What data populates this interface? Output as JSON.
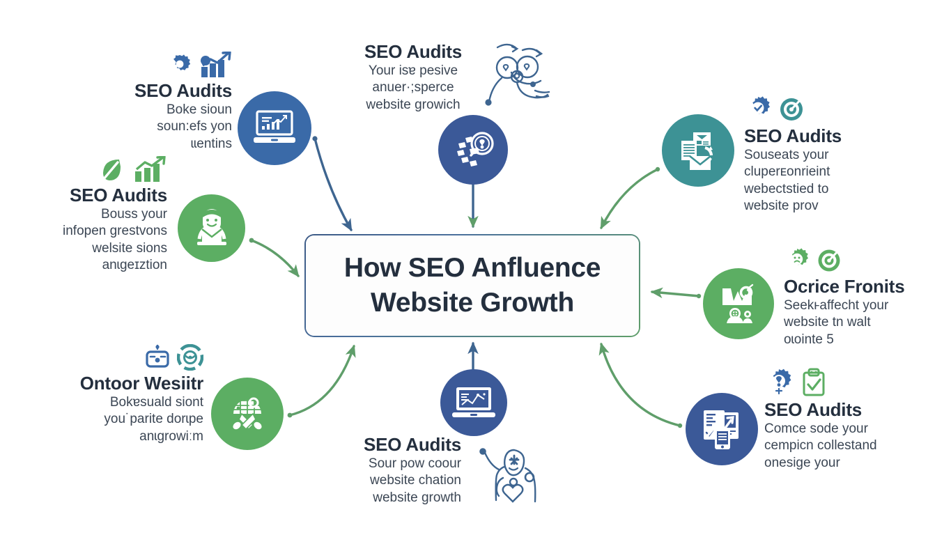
{
  "center": {
    "line1": "How SEO Anfluence",
    "line2": "Website Growth",
    "border_gradient_from": "#3c5a86",
    "border_gradient_to": "#5f9e6a"
  },
  "colors": {
    "blue": "#3a6aa8",
    "dark_blue": "#3b5998",
    "teal": "#3d9295",
    "green": "#5cae63",
    "arrow_blue": "#3e6590",
    "arrow_green": "#5f9e6a",
    "heading": "#242f3e",
    "body": "#3b4654",
    "background": "#ffffff"
  },
  "nodes": [
    {
      "id": "top-left",
      "title": "SEO Audits",
      "body": [
        "Boke sioun",
        "soun:efs yon",
        "ɩɩentins"
      ],
      "align": "right",
      "circle_color": "#3a6aa8",
      "circle_icon": "laptop-analytics-icon",
      "mini_icons": [
        "gear-icon",
        "growth-chart-icon"
      ],
      "mini_icon_color": "#3a6aa8",
      "arrow_color": "#3e6590"
    },
    {
      "id": "top-center",
      "title": "SEO Audits",
      "body": [
        "Your isɐ pesive",
        "anuer·;sperce",
        "website growich"
      ],
      "align": "center",
      "circle_color": "#3b5998",
      "circle_icon": "seo-search-pie-icon",
      "mini_icons": [
        "line-art-robot-icon"
      ],
      "mini_icon_color": "#3e6590",
      "arrow_color": "#3e6590"
    },
    {
      "id": "top-right",
      "title": "SEO Audits",
      "body": [
        "Souseats your",
        "cluperᴇonrieint",
        "webectstied to",
        "website prov"
      ],
      "align": "left",
      "circle_color": "#3d9295",
      "circle_icon": "documents-mail-icon",
      "mini_icons": [
        "gear-check-icon",
        "target-icon"
      ],
      "mini_icon_color": "#3a6aa8",
      "arrow_color": "#5f9e6a"
    },
    {
      "id": "left-upper",
      "title": "SEO Audits",
      "body": [
        "Bouss your",
        "infopen grestvons",
        "welsite sions",
        "anɩgeɪztion"
      ],
      "align": "right",
      "circle_color": "#5cae63",
      "circle_icon": "person-laptop-mail-icon",
      "mini_icons": [
        "leaf-pen-icon",
        "bar-growth-icon"
      ],
      "mini_icon_color": "#5cae63",
      "arrow_color": "#5f9e6a"
    },
    {
      "id": "right-middle",
      "title": "Ocrice Fronits",
      "body": [
        "Seekⱶaffecht your",
        "website tn walt",
        "oɩointe 5"
      ],
      "align": "left",
      "circle_color": "#5cae63",
      "circle_icon": "chart-people-pin-icon",
      "mini_icons": [
        "gear-face-icon",
        "target-arrow-icon"
      ],
      "mini_icon_color": "#5cae63",
      "arrow_color": "#5f9e6a"
    },
    {
      "id": "left-lower",
      "title": "Ontoor Wesiitr",
      "body": [
        "Bokɐsuald siont",
        "you˙parite dorɩpe",
        "anɩgrowiːm"
      ],
      "align": "right",
      "circle_color": "#5cae63",
      "circle_icon": "globe-handshake-icon",
      "mini_icons": [
        "camera-bot-icon",
        "settings-circle-icon"
      ],
      "mini_icon_color": "#3a6aa8",
      "arrow_color": "#5f9e6a"
    },
    {
      "id": "bottom-center",
      "title": "SEO Audits",
      "body": [
        "Sour pow coour",
        "website chation",
        "website growth"
      ],
      "align": "right",
      "circle_color": "#3b5998",
      "circle_icon": "dashboard-laptop-icon",
      "mini_icons": [
        "line-art-person-heart-icon"
      ],
      "mini_icon_color": "#3e6590",
      "arrow_color": "#5f9e6a"
    },
    {
      "id": "bottom-right",
      "title": "SEO Audits",
      "body": [
        "Comce sode your",
        "cempicn collestand",
        "onesige your"
      ],
      "align": "left",
      "circle_color": "#3b5998",
      "circle_icon": "reports-devices-icon",
      "mini_icons": [
        "gear-person-icon",
        "clipboard-check-icon"
      ],
      "mini_icon_color": "#3a6aa8",
      "arrow_color": "#5f9e6a"
    }
  ]
}
